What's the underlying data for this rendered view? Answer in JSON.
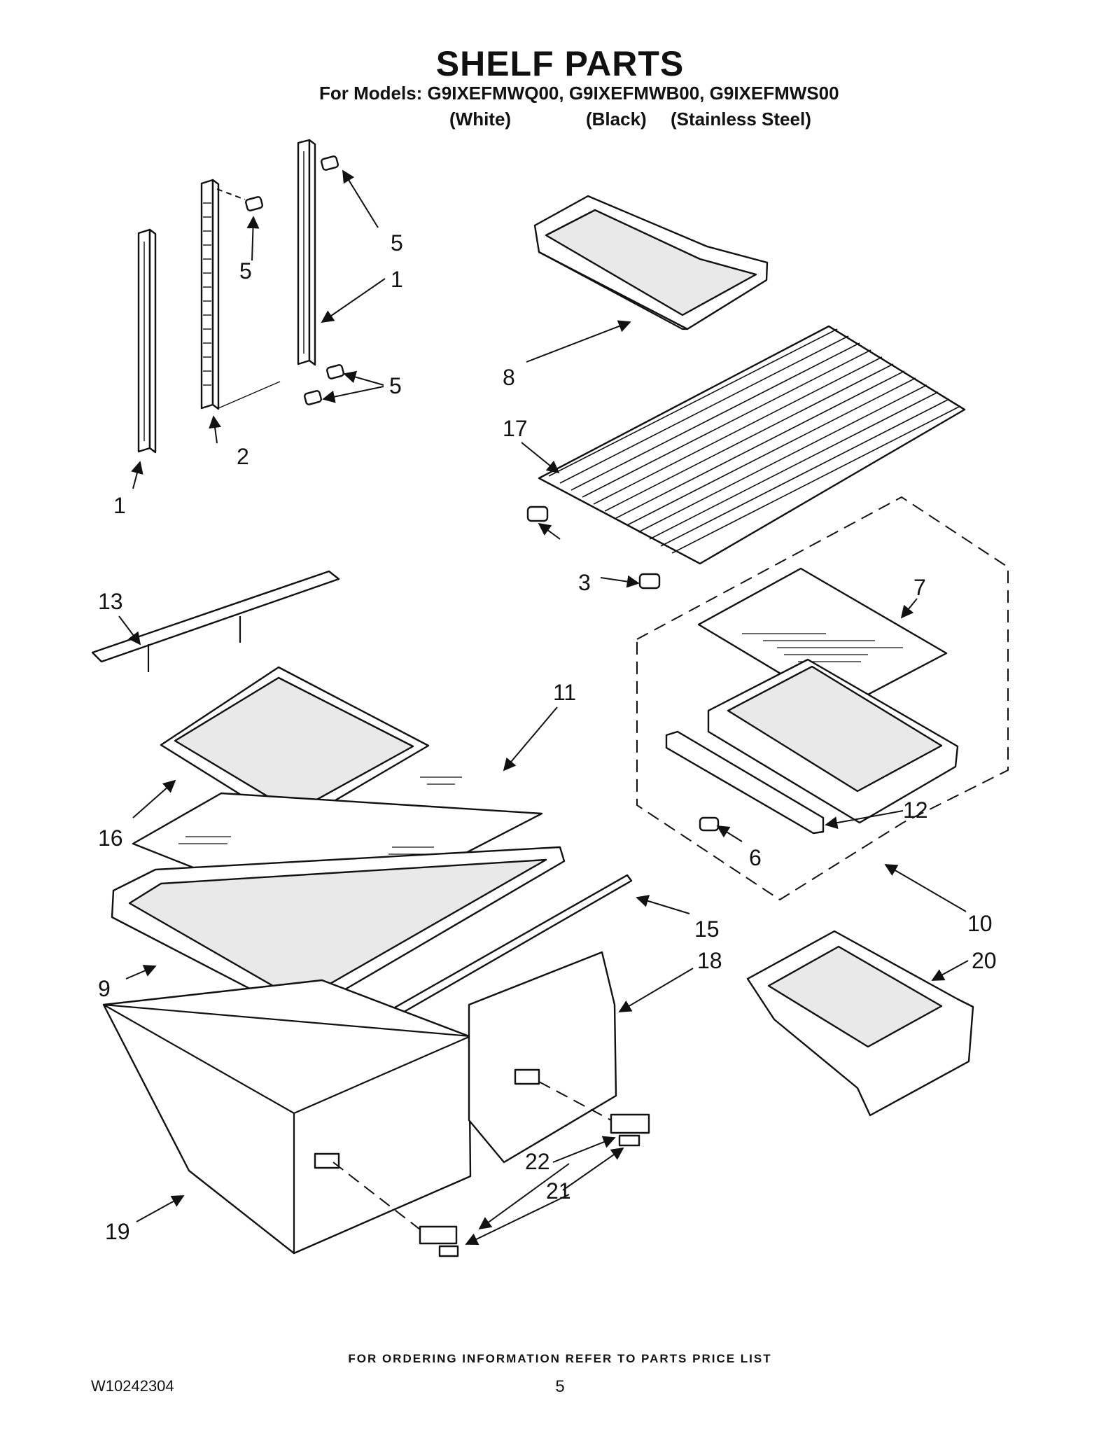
{
  "header": {
    "title": "SHELF PARTS",
    "models_line": "For Models: G9IXEFMWQ00, G9IXEFMWB00, G9IXEFMWS00",
    "variant_white": "(White)",
    "variant_black": "(Black)",
    "variant_stainless": "(Stainless Steel)"
  },
  "callouts": {
    "c1a": "1",
    "c1b": "1",
    "c2": "2",
    "c3": "3",
    "c5a": "5",
    "c5b": "5",
    "c5c": "5",
    "c6": "6",
    "c7": "7",
    "c8": "8",
    "c9": "9",
    "c10": "10",
    "c11": "11",
    "c12": "12",
    "c13": "13",
    "c15": "15",
    "c16": "16",
    "c17": "17",
    "c18": "18",
    "c19": "19",
    "c20": "20",
    "c21": "21",
    "c22": "22"
  },
  "footer": {
    "ordering_note": "FOR ORDERING INFORMATION REFER TO PARTS PRICE LIST",
    "document_id": "W10242304",
    "page_number": "5"
  }
}
